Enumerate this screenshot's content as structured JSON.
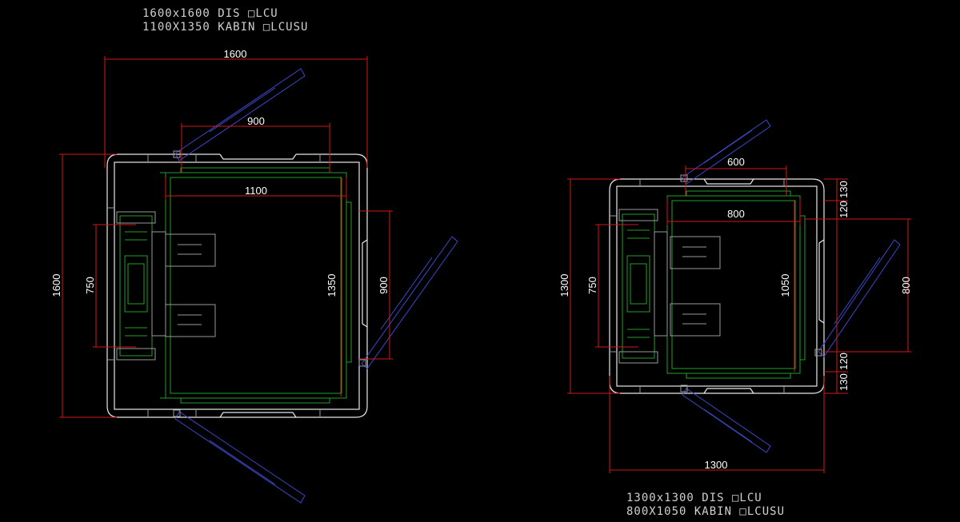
{
  "drawing_left": {
    "caption_line1": "1600x1600 DIS □LCU",
    "caption_line2": "1100X1350 KABIN □LCUSU",
    "dims": {
      "overall_width": "1600",
      "door_width_top": "900",
      "cabin_width": "1100",
      "overall_height": "1600",
      "rail_span": "750",
      "cabin_depth": "1350",
      "door_width_side": "900"
    }
  },
  "drawing_right": {
    "caption_line1": "1300x1300 DIS □LCU",
    "caption_line2": "800X1050 KABIN □LCUSU",
    "dims": {
      "door_width_top": "600",
      "cabin_width": "800",
      "overall_height": "1300",
      "rail_span": "750",
      "cabin_depth": "1050",
      "door_width_side": "800",
      "clear_top_a": "130",
      "clear_top_b": "120",
      "clear_bot_a": "120",
      "clear_bot_b": "130",
      "overall_width": "1300"
    }
  },
  "colors": {
    "background": "#000000",
    "dimension": "#d01818",
    "wall": "#e8e8e8",
    "cabin": "#1fa02a",
    "door": "#3b49c8"
  }
}
